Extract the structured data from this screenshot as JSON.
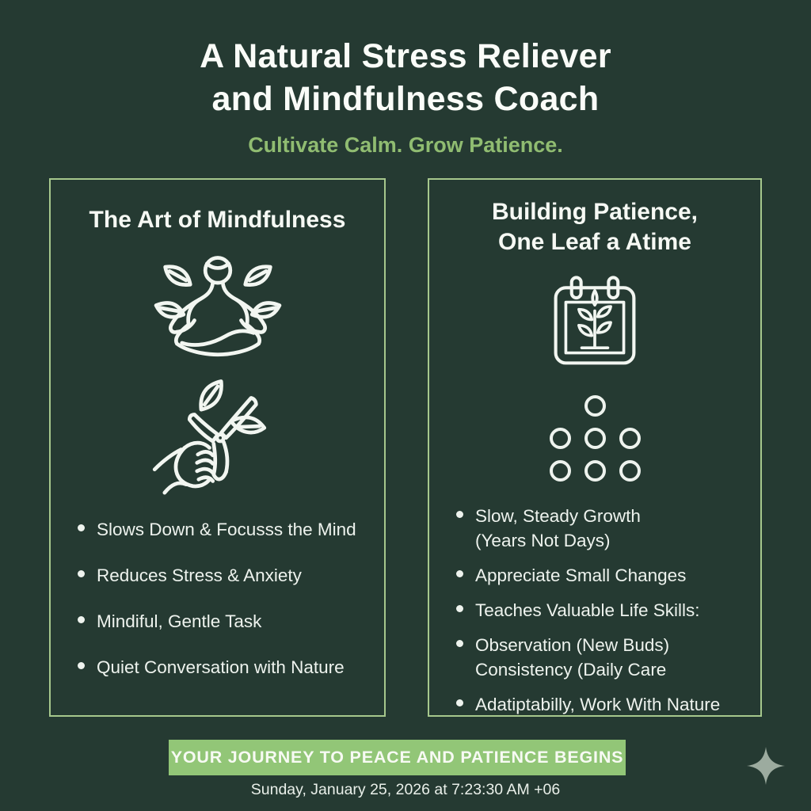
{
  "colors": {
    "bg": "#253a32",
    "panel-border": "#a6c78c",
    "subtitle": "#90bc71",
    "banner-bg": "#92c677",
    "text": "#eef3ee",
    "sparkle": "#9cab9f"
  },
  "header": {
    "title_line1": "A Natural Stress Reliever",
    "title_line2": "and Mindfulness Coach",
    "subtitle": "Cultivate Calm. Grow Patience."
  },
  "left_panel": {
    "title": "The Art of Mindfulness",
    "icon1": "meditation-lotus-with-leaves-icon",
    "icon2": "hand-holding-pruning-shears-icon",
    "bullets": [
      {
        "lines": [
          "Slows Down & Focusss the Mind"
        ]
      },
      {
        "lines": [
          "Reduces Stress & Anxiety"
        ]
      },
      {
        "lines": [
          "Mindiful, Gentle Task"
        ]
      },
      {
        "lines": [
          "Quiet Conversation with Nature"
        ]
      }
    ]
  },
  "right_panel": {
    "title_line1": "Building Patience,",
    "title_line2": "One Leaf a Atime",
    "icon1": "calendar-with-sapling-icon",
    "icon2": "growth-dots-grid-icon",
    "bullets": [
      {
        "lines": [
          "Slow, Steady Growth",
          "(Years Not Days)"
        ]
      },
      {
        "lines": [
          "Appreciate Small Changes"
        ]
      },
      {
        "lines": [
          "Teaches Valuable Life Skills:"
        ]
      },
      {
        "lines": [
          "Observation (New Buds)",
          "Consistency (Daily Care"
        ]
      },
      {
        "lines": [
          "Adatiptabilly, Work With Nature"
        ]
      }
    ]
  },
  "footer": {
    "banner": "YOUR JOURNEY TO PEACE AND PATIENCE BEGINS",
    "date": "Sunday, January 25, 2026 at 7:23:30 AM +06"
  }
}
